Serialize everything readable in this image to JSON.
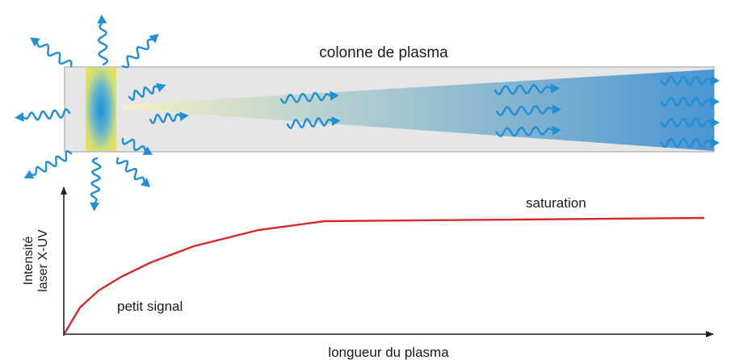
{
  "diagram": {
    "column_label": "colonne de plasma",
    "saturation_label": "saturation",
    "small_signal_label": "petit signal",
    "x_axis_label": "longueur du plasma",
    "y_axis_label_line1": "Intensité",
    "y_axis_label_line2": "laser X-UV"
  },
  "colors": {
    "wave": "#1f8fd6",
    "curve": "#d42a2a",
    "column_fill": "#e6e6e6",
    "column_border": "#b8b8b8",
    "beam_start": "#f2efc7",
    "beam_end": "#4a95d2",
    "axis": "#222222"
  }
}
